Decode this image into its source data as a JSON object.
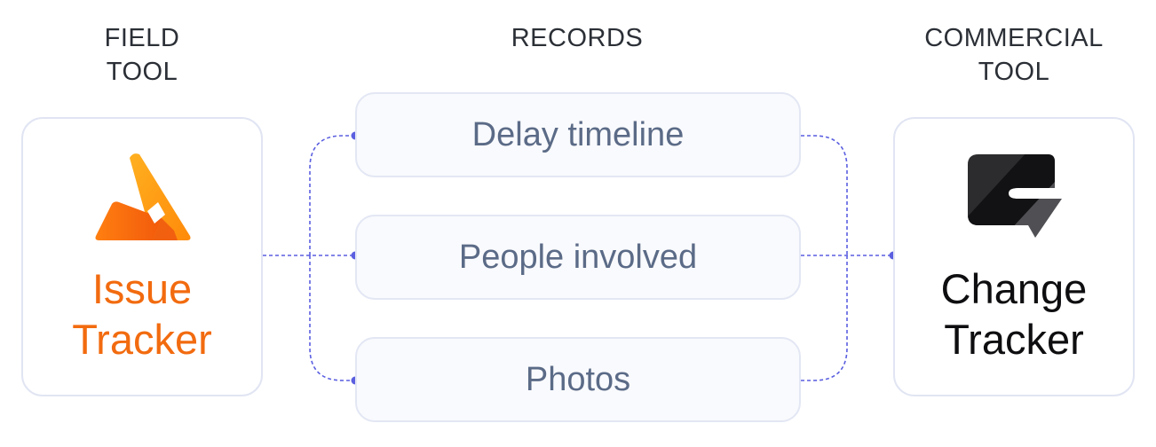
{
  "headings": {
    "field": [
      "FIELD",
      "TOOL"
    ],
    "records": "RECORDS",
    "commercial": [
      "COMMERCIAL",
      "TOOL"
    ]
  },
  "issue_tool": {
    "name_lines": [
      "Issue",
      "Tracker"
    ],
    "logo": "issue-tracker-logo",
    "color": "#f26b0f"
  },
  "change_tool": {
    "name_lines": [
      "Change",
      "Tracker"
    ],
    "logo": "change-tracker-logo",
    "color": "#0e0e10"
  },
  "records": [
    {
      "label": "Delay timeline"
    },
    {
      "label": "People involved"
    },
    {
      "label": "Photos"
    }
  ],
  "colors": {
    "connector": "#5b5fe0",
    "card_border": "#e1e5f3",
    "record_text": "#5b6b87",
    "heading_text": "#2b2f36"
  }
}
